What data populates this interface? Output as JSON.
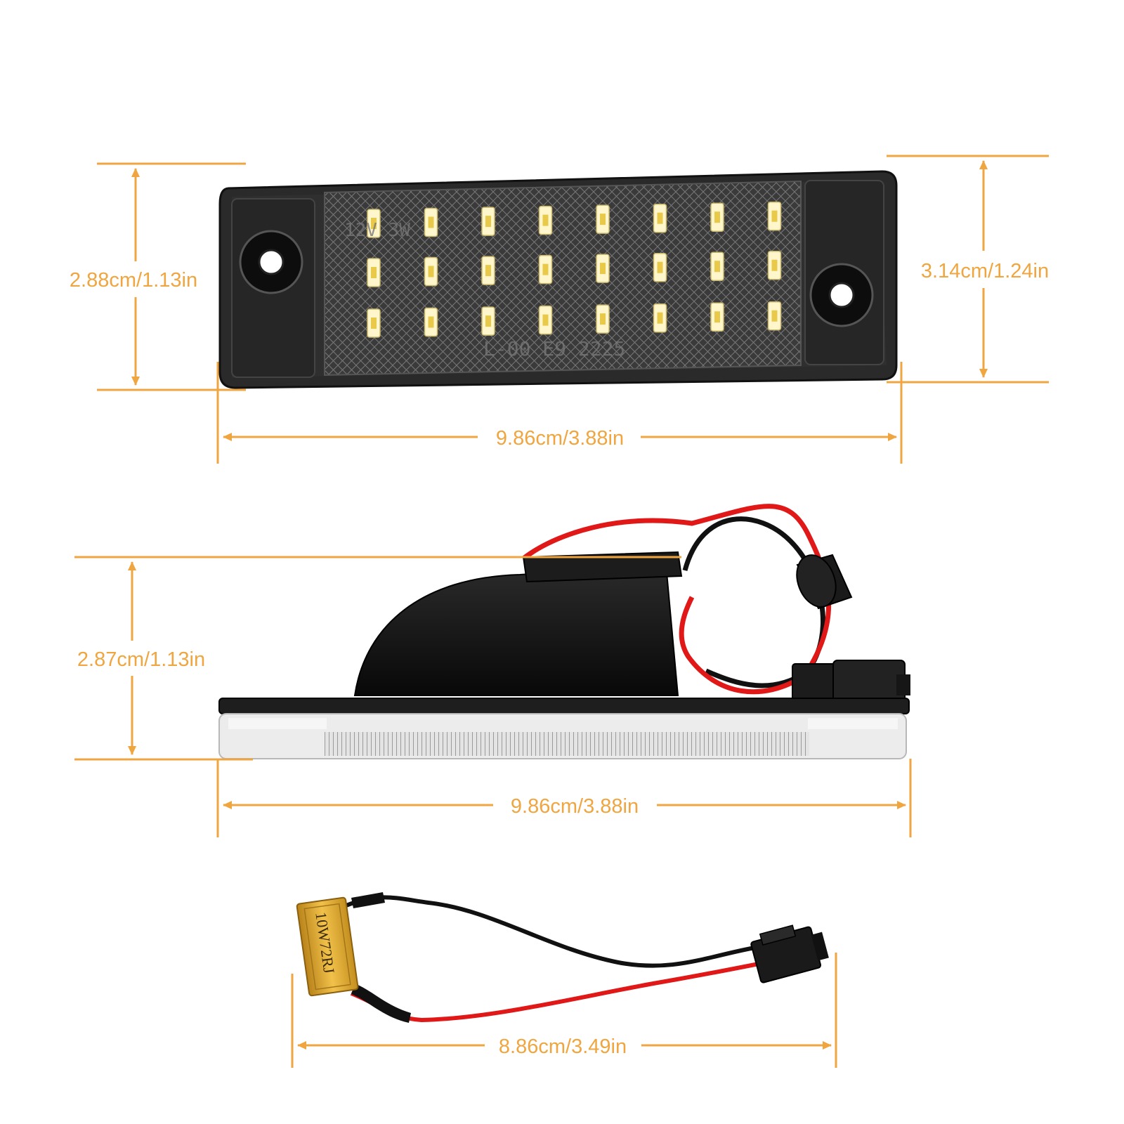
{
  "colors": {
    "dimension": "#f0a640",
    "background": "#ffffff",
    "housing": "#2c2c2c",
    "housing_dark": "#111111",
    "lens": "#dcdcdc",
    "led": "#fff6cc",
    "wire_red": "#e01818",
    "wire_black": "#111111",
    "resistor": "#e1a92a"
  },
  "front_view": {
    "height_left_label": "2.88cm/1.13in",
    "height_right_label": "3.14cm/1.24in",
    "width_label": "9.86cm/3.88in",
    "led_count": 24,
    "lens_marking_top": "12V 3W",
    "lens_marking_bottom": "L-00 E9 2225"
  },
  "side_view": {
    "height_label": "2.87cm/1.13in",
    "width_label": "9.86cm/3.88in"
  },
  "decoder_view": {
    "width_label": "8.86cm/3.49in",
    "resistor_marking": "10W72RJ"
  }
}
